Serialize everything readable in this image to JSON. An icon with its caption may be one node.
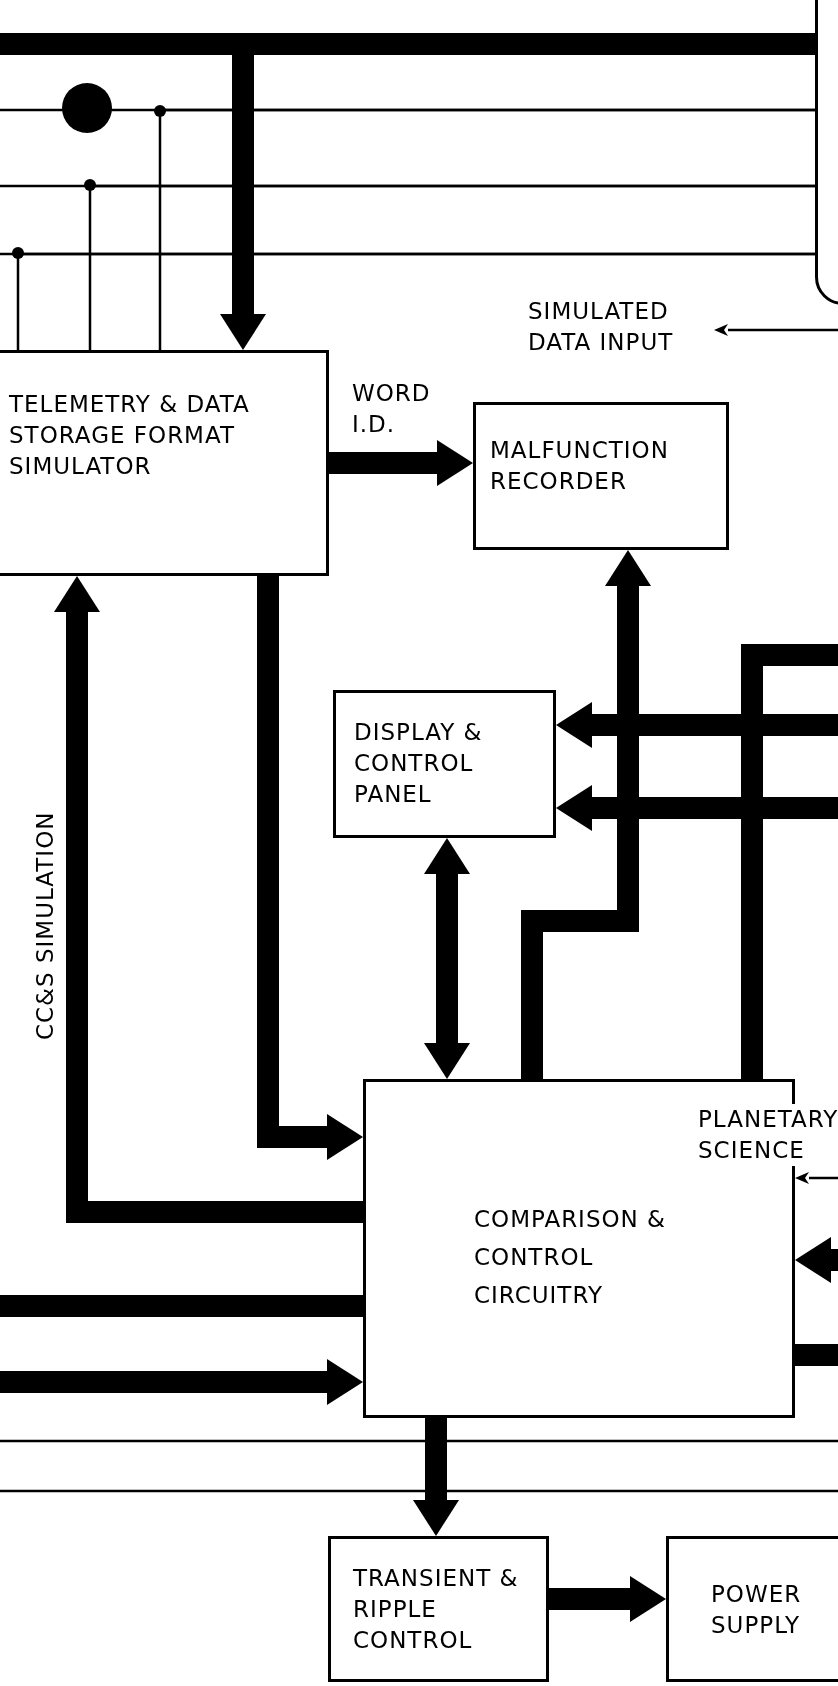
{
  "diagram": {
    "nodes": [
      {
        "text": [],
        "shape": "box"
      },
      {
        "text": [
          "SIMULATED DATA INPUT"
        ]
      },
      {
        "text": [
          "TELEMETRY & DATA STORAGE FORMAT SIMULATOR"
        ]
      },
      {
        "text": [
          "MALFUNCTION RECORDER"
        ]
      },
      {
        "text": [
          "DISPLAY & CONTROL PANEL"
        ]
      },
      {
        "text": [
          "COMPARISON & CONTROL CIRCUITRY"
        ]
      },
      {
        "text": [
          "TRANSIENT & RIPPLE CONTROL"
        ]
      },
      {
        "text": [
          "POWER SUPPLY"
        ]
      }
    ],
    "edges": [
      {
        "from": null,
        "to": 0,
        "arrow": "none"
      },
      {
        "from": 0,
        "to": 2,
        "arrow": "to"
      },
      {
        "from": null,
        "to": 0,
        "arrow": "none"
      },
      {
        "from": null,
        "to": 0,
        "arrow": "none"
      },
      {
        "from": null,
        "to": 0,
        "arrow": "none"
      },
      {
        "from": 0,
        "to": 2,
        "arrow": "none"
      },
      {
        "from": 0,
        "to": 2,
        "arrow": "none"
      },
      {
        "from": 0,
        "to": 2,
        "arrow": "none"
      },
      {
        "from": null,
        "to": 1,
        "arrow": "to"
      },
      {
        "from": 2,
        "to": 3,
        "arrow": "to",
        "label": "WORD I.D."
      },
      {
        "from": 5,
        "to": 3,
        "arrow": "to"
      },
      {
        "from": null,
        "to": 4,
        "arrow": "to"
      },
      {
        "from": null,
        "to": 4,
        "arrow": "to"
      },
      {
        "from": 4,
        "to": 5,
        "arrow": "both"
      },
      {
        "from": null,
        "to": 5,
        "arrow": "none"
      },
      {
        "from": 2,
        "to": 5,
        "arrow": "to"
      },
      {
        "from": 5,
        "to": 2,
        "arrow": "to",
        "label": "CC&S SIMULATION"
      },
      {
        "from": null,
        "to": 5,
        "arrow": "to",
        "label": "PLANETARY SCIENCE"
      },
      {
        "from": null,
        "to": 5,
        "arrow": "to"
      },
      {
        "from": 5,
        "to": null,
        "arrow": "none"
      },
      {
        "from": null,
        "to": 5,
        "arrow": "none"
      },
      {
        "from": null,
        "to": 5,
        "arrow": "to"
      },
      {
        "from": 5,
        "to": 6,
        "arrow": "to"
      },
      {
        "from": 6,
        "to": 7,
        "arrow": "to"
      }
    ]
  }
}
